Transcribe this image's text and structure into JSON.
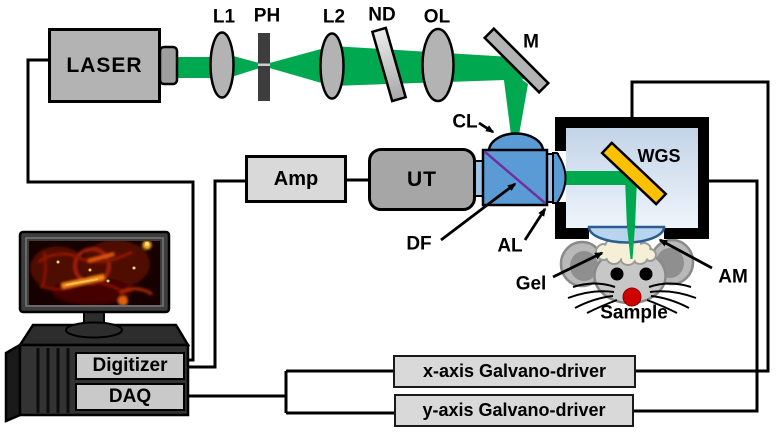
{
  "diagram": {
    "title_hint": "photoacoustic microscopy system schematic",
    "optics": {
      "laser": "LASER",
      "l1": "L1",
      "ph": "PH",
      "l2": "L2",
      "nd": "ND",
      "ol": "OL",
      "m": "M",
      "cl": "CL",
      "df": "DF",
      "al": "AL"
    },
    "scanner": {
      "wgs": "WGS"
    },
    "sample_area": {
      "gel": "Gel",
      "am": "AM",
      "sample": "Sample"
    },
    "electronics": {
      "amp": "Amp",
      "ut": "UT",
      "digitizer": "Digitizer",
      "daq": "DAQ",
      "x_driver": "x-axis Galvano-driver",
      "y_driver": "y-axis Galvano-driver"
    }
  },
  "colors": {
    "beam_green": "#00a84f",
    "optic_gray": "#b3b3b3",
    "cube_blue": "#5b9bd5",
    "connector_blue": "#9dc3e6",
    "dichroic_purple": "#7030a0",
    "scanner_orange": "#ffc000",
    "tank_fill_top": "#c3d4e8",
    "tank_fill_bottom": "#eef4fb",
    "am_lens_blue": "#b8d4ee",
    "nose_red": "#cf0000",
    "gel_cream": "#f6efd7",
    "box_gray": "#d9d9d9",
    "panel_gray": "#c9c9c9"
  }
}
